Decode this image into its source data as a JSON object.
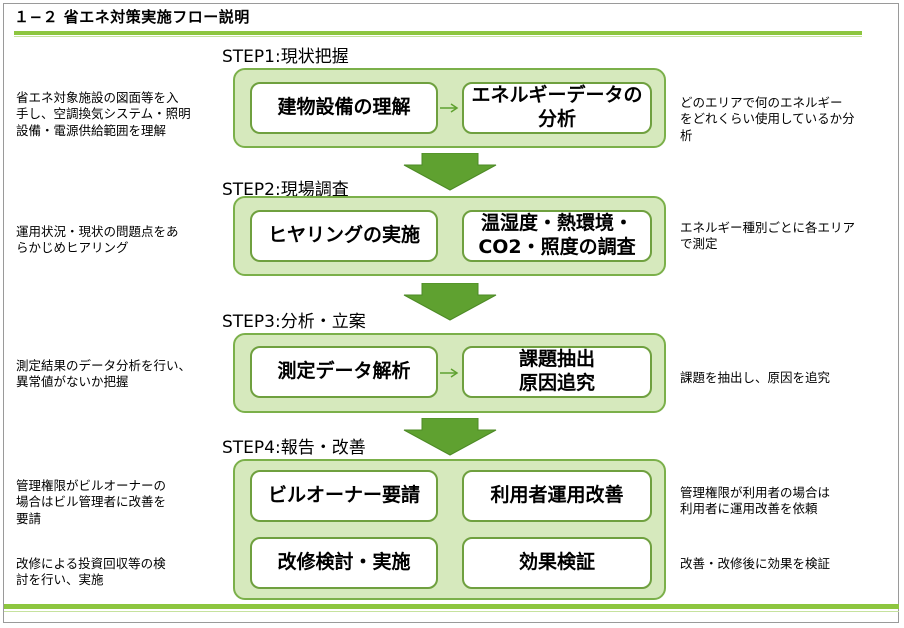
{
  "header": {
    "title": "１−２ 省エネ対策実施フロー説明"
  },
  "steps": [
    {
      "label": "STEP1:現状把握",
      "boxes": [
        "建物設備の理解",
        "エネルギーデータの\n分析"
      ],
      "left_note": "省エネ対象施設の図面等を入\n手し、空調換気システム・照明\n設備・電源供給範囲を理解",
      "right_note": "どのエリアで何のエネルギー\nをどれくらい使用しているか分\n析"
    },
    {
      "label": "STEP2:現場調査",
      "boxes": [
        "ヒヤリングの実施",
        "温湿度・熱環境・\nCO2・照度の調査"
      ],
      "left_note": "運用状況・現状の問題点をあ\nらかじめヒアリング",
      "right_note": "エネルギー種別ごとに各エリア\nで測定"
    },
    {
      "label": "STEP3:分析・立案",
      "boxes": [
        "測定データ解析",
        "課題抽出\n原因追究"
      ],
      "left_note": "測定結果のデータ分析を行い、\n異常値がないか把握",
      "right_note": "課題を抽出し、原因を追究"
    },
    {
      "label": "STEP4:報告・改善",
      "boxes": [
        "ビルオーナー要請",
        "利用者運用改善",
        "改修検討・実施",
        "効果検証"
      ],
      "left_notes": [
        "管理権限がビルオーナーの\n場合はビル管理者に改善を\n要請",
        "改修による投資回収等の検\n討を行い、実施"
      ],
      "right_notes": [
        "管理権限が利用者の場合は\n利用者に運用改善を依頼",
        "改善・改修後に効果を検証"
      ]
    }
  ],
  "colors": {
    "accent": "#8dc63f",
    "panel_fill": "#d6e9bd",
    "panel_border": "#7bb04a",
    "arrow": "#5fa130"
  }
}
